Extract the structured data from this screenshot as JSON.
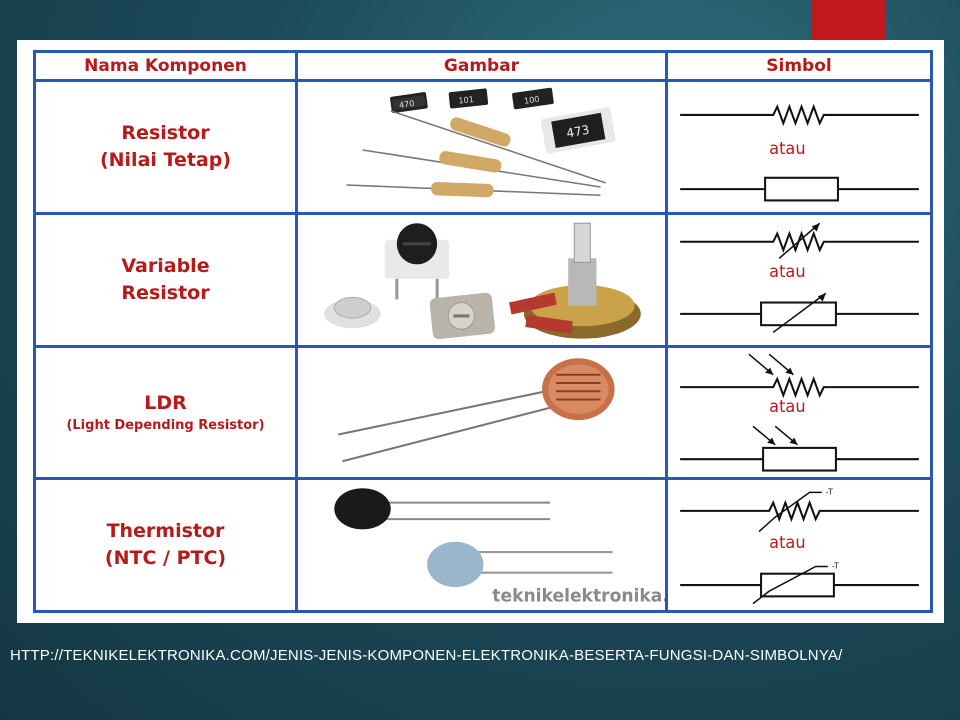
{
  "table": {
    "headers": [
      "Nama Komponen",
      "Gambar",
      "Simbol"
    ],
    "rows": [
      {
        "name_line1": "Resistor",
        "name_line2": "(Nilai Tetap)",
        "name_sub": ""
      },
      {
        "name_line1": "Variable",
        "name_line2": "Resistor",
        "name_sub": ""
      },
      {
        "name_line1": "LDR",
        "name_line2": "",
        "name_sub": "(Light Depending Resistor)"
      },
      {
        "name_line1": "Thermistor",
        "name_line2": "(NTC / PTC)",
        "name_sub": ""
      }
    ],
    "symbol_separator": "atau",
    "smd_codes": [
      "470",
      "101",
      "100",
      "473"
    ],
    "thermistor_marks": [
      "-T",
      "-T"
    ],
    "watermark": "teknikelektronika.com"
  },
  "caption": "HTTP://TEKNIKELEKTRONIKA.COM/JENIS-JENIS-KOMPONEN-ELEKTRONIKA-BESERTA-FUNGSI-DAN-SIMBOLNYA/",
  "colors": {
    "border": "#2a56b8",
    "label": "#b81a1a",
    "accent": "#c0181c"
  }
}
